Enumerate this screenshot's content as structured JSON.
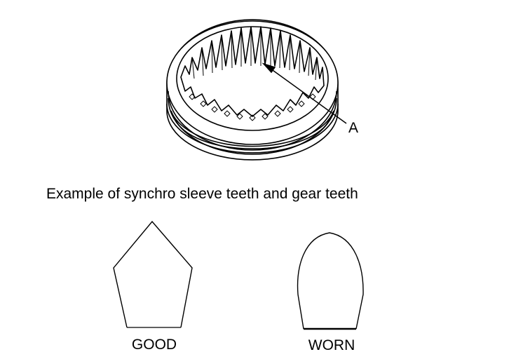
{
  "callout": {
    "label": "A"
  },
  "caption": "Example of synchro sleeve teeth and gear teeth",
  "teeth": {
    "good_label": "GOOD",
    "worn_label": "WORN"
  },
  "colors": {
    "line": "#000000",
    "background": "#ffffff"
  }
}
